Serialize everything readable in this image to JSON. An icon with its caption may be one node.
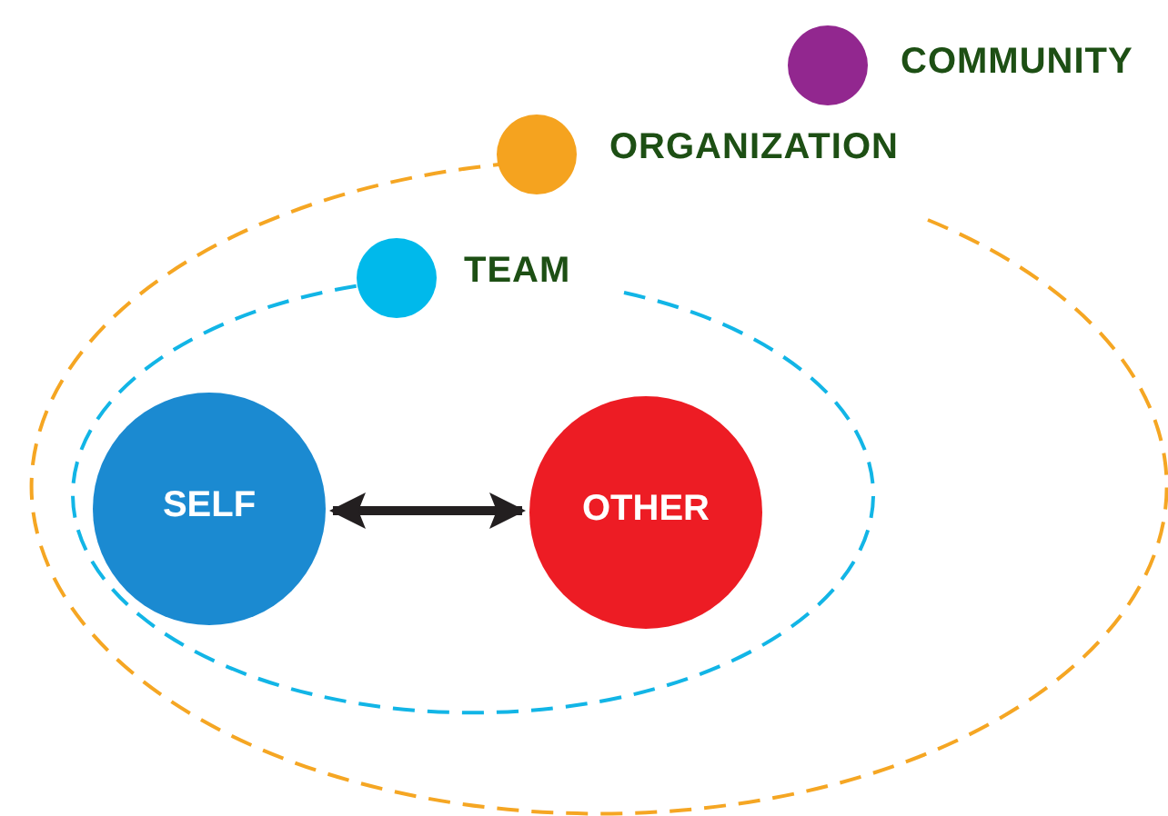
{
  "diagram": {
    "nodes": [
      {
        "text": [
          "ORGANIZATION"
        ]
      },
      {
        "text": [
          "TEAM"
        ],
        "in": 0
      },
      {
        "text": [
          "SELF"
        ],
        "in": 1
      },
      {
        "text": [
          "OTHER"
        ],
        "in": 1
      }
    ],
    "edges": [
      {
        "from": 2,
        "to": 3,
        "arrow": "both"
      }
    ],
    "labels": [
      "COMMUNITY"
    ]
  }
}
